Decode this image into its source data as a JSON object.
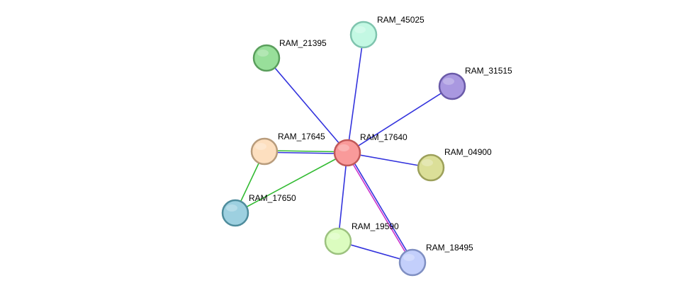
{
  "network": {
    "nodes": [
      {
        "id": "RAM_17640",
        "label": "RAM_17640",
        "fill": "#f99a9a",
        "stroke": "#c05858"
      },
      {
        "id": "RAM_45025",
        "label": "RAM_45025",
        "fill": "#c3f8e3",
        "stroke": "#7fc4ae"
      },
      {
        "id": "RAM_21395",
        "label": "RAM_21395",
        "fill": "#98df9a",
        "stroke": "#5a9e5c"
      },
      {
        "id": "RAM_31515",
        "label": "RAM_31515",
        "fill": "#a998e0",
        "stroke": "#6a5aa8"
      },
      {
        "id": "RAM_17645",
        "label": "RAM_17645",
        "fill": "#fddfbf",
        "stroke": "#b89c7c"
      },
      {
        "id": "RAM_04900",
        "label": "RAM_04900",
        "fill": "#dbdf98",
        "stroke": "#9ca05a"
      },
      {
        "id": "RAM_17650",
        "label": "RAM_17650",
        "fill": "#9dd0e0",
        "stroke": "#4e8c9c"
      },
      {
        "id": "RAM_19590",
        "label": "RAM_19590",
        "fill": "#dbfcbf",
        "stroke": "#9cc27f"
      },
      {
        "id": "RAM_18495",
        "label": "RAM_18495",
        "fill": "#c3cffb",
        "stroke": "#7f8fc2"
      }
    ],
    "edges": [
      {
        "source": "RAM_17640",
        "target": "RAM_45025",
        "colors": [
          "#3333dd"
        ]
      },
      {
        "source": "RAM_17640",
        "target": "RAM_21395",
        "colors": [
          "#3333dd"
        ]
      },
      {
        "source": "RAM_17640",
        "target": "RAM_31515",
        "colors": [
          "#3333dd"
        ]
      },
      {
        "source": "RAM_17640",
        "target": "RAM_17645",
        "colors": [
          "#3333dd",
          "#33bb33"
        ]
      },
      {
        "source": "RAM_17640",
        "target": "RAM_04900",
        "colors": [
          "#3333dd"
        ]
      },
      {
        "source": "RAM_17640",
        "target": "RAM_17650",
        "colors": [
          "#33bb33"
        ]
      },
      {
        "source": "RAM_17640",
        "target": "RAM_19590",
        "colors": [
          "#3333dd"
        ]
      },
      {
        "source": "RAM_17640",
        "target": "RAM_18495",
        "colors": [
          "#3333dd",
          "#cc33cc"
        ]
      },
      {
        "source": "RAM_17645",
        "target": "RAM_17650",
        "colors": [
          "#33bb33"
        ]
      },
      {
        "source": "RAM_19590",
        "target": "RAM_18495",
        "colors": [
          "#3333dd"
        ]
      }
    ]
  }
}
